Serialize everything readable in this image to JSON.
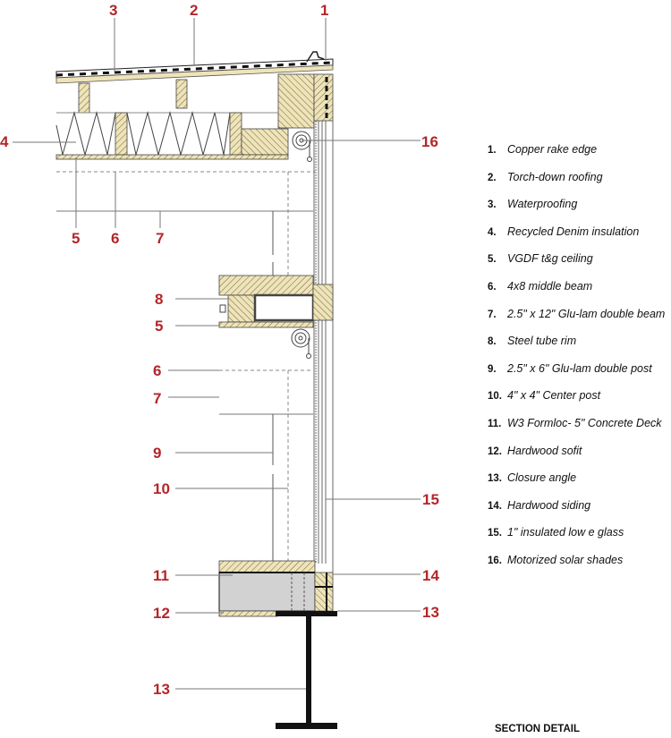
{
  "title": "SECTION DETAIL",
  "callouts": [
    "1",
    "2",
    "3",
    "4",
    "5",
    "6",
    "7",
    "16",
    "8",
    "5",
    "6",
    "7",
    "9",
    "10",
    "15",
    "11",
    "14",
    "12",
    "13",
    "13"
  ],
  "legend": [
    {
      "num": "1.",
      "text": "Copper rake edge"
    },
    {
      "num": "2.",
      "text": "Torch-down roofing"
    },
    {
      "num": "3.",
      "text": "Waterproofing"
    },
    {
      "num": "4.",
      "text": "Recycled Denim insulation"
    },
    {
      "num": "5.",
      "text": "VGDF t&g ceiling"
    },
    {
      "num": "6.",
      "text": "4x8 middle beam"
    },
    {
      "num": "7.",
      "text": "2.5\" x 12\" Glu-lam double beam"
    },
    {
      "num": "8.",
      "text": "Steel tube rim"
    },
    {
      "num": "9.",
      "text": "2.5\" x 6\" Glu-lam double post"
    },
    {
      "num": "10.",
      "text": "4\" x 4\" Center post"
    },
    {
      "num": "11.",
      "text": "W3 Formloc- 5\" Concrete Deck"
    },
    {
      "num": "12.",
      "text": "Hardwood sofit"
    },
    {
      "num": "13.",
      "text": "Closure angle"
    },
    {
      "num": "14.",
      "text": "Hardwood siding"
    },
    {
      "num": "15.",
      "text": "1\" insulated low e glass"
    },
    {
      "num": "16.",
      "text": "Motorized solar shades"
    }
  ],
  "colors": {
    "callout": "#b3262a",
    "wood": "#efe4b8",
    "concrete": "#d2d2d2"
  }
}
